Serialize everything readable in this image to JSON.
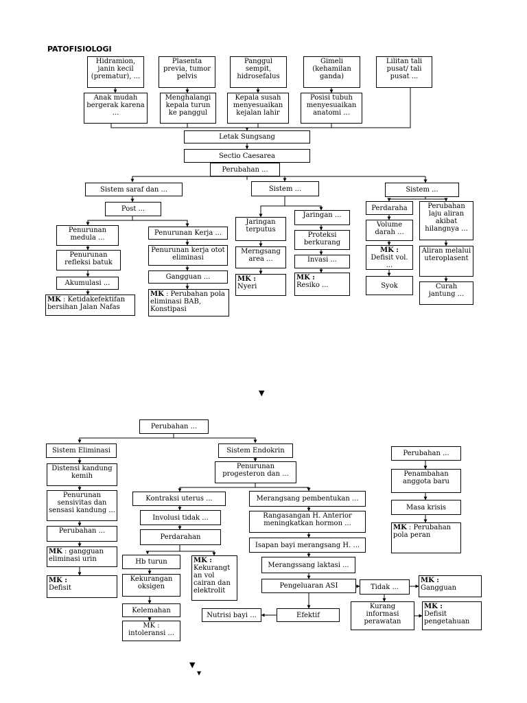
{
  "title": "PATOFISIOLOGI",
  "top": {
    "causes": [
      "Hidramion, janin kecil (prematur), ...",
      "Plasenta previa, tumor pelvis",
      "Panggul sempit, hidrosefalus",
      "Gimeli (kehamilan ganda)",
      "Lilitan tali pusat/ tali pusat ..."
    ],
    "effects": [
      "Anak mudah bergerak karena ...",
      "Menghalangi kepala turun ke panggul",
      "Kepala susah menyesuaikan kejalan lahir",
      "Posisi tubuh menyesuaikan anatomi ..."
    ],
    "letak": "Letak Sungsang",
    "sectio": "Sectio Caesarea",
    "perubahan": "Perubahan ...",
    "saraf": "Sistem saraf dan ...",
    "post": "Post ...",
    "saraf_left": [
      "Penurunan medula ...",
      "Penurunan refleksi batuk",
      "Akumulasi ..."
    ],
    "mk_jalan_nafas": {
      "k": "MK",
      "t": " : Ketidakefektifan bersihan  Jalan Nafas"
    },
    "saraf_right": [
      "Penurunan Kerja ...",
      "Penurunan kerja otot eliminasi",
      "Gangguan ..."
    ],
    "mk_eliminasi_bab": {
      "k": "MK",
      "t": " : Perubahan pola eliminasi BAB, Konstipasi"
    },
    "sistem_mid": "Sistem ...",
    "mid_left": [
      "Jaringan terputus",
      "Merngsang area ..."
    ],
    "mk_nyeri": {
      "k": "MK :",
      "t": "Nyeri"
    },
    "mid_right": [
      "Jaringan ...",
      "Proteksi berkurang",
      "Invasi ..."
    ],
    "mk_resiko": {
      "k": "MK :",
      "t": "Resiko ..."
    },
    "sistem_right": "Sistem ...",
    "right_left": [
      "Perdaraha ...",
      "Volume darah ..."
    ],
    "mk_defisit_vol": {
      "k": "MK :",
      "t": "Defisit vol. ..."
    },
    "syok": "Syok",
    "right_right": [
      "Perubahan laju aliran akibat hilangnya ...",
      "Aliran melalui uteroplasent",
      "Curah jantung ..."
    ]
  },
  "bottom": {
    "perubahan": "Perubahan ...",
    "eliminasi": "Sistem Eliminasi",
    "elim_chain": [
      "Distensi kandung kemih",
      "Penurunan sensivitas dan sensasi kandung ...",
      "Perubahan ..."
    ],
    "mk_eliminasi_urin": {
      "k": "MK",
      "t": " : gangguan eliminasi urin"
    },
    "mk_defisit": {
      "k": "MK :",
      "t": "Defisit"
    },
    "endokrin": "Sistem Endokrin",
    "progesteron": "Penurunan progesteron dan ...",
    "kontraksi": "Kontraksi uterus ...",
    "involusi": "Involusi tidak ...",
    "perdarahan": "Perdarahan",
    "hb": "Hb turun",
    "oksigen": "Kekurangan oksigen",
    "kelemahan": "Kelemahan",
    "intoleransi": "MK : intoleransi ...",
    "mk_cairan": {
      "k": "MK :",
      "t": "Kekurangt an vol cairan dan elektrolit"
    },
    "merangsang": "Merangsang pembentukan ...",
    "rangsangan": "Rangasangan H. Anterior meningkatkan hormon ...",
    "isapan": "Isapan bayi merangsang H. ...",
    "laktasi": "Merangssang laktasi ...",
    "asi": "Pengeluaran ASI",
    "efektif": "Efektif",
    "nutrisi": "Nutrisi bayi ...",
    "tidak": "Tidak ...",
    "mk_gangguan": {
      "k": "MK :",
      "t": "Gangguan"
    },
    "kurang": "Kurang informasi perawatan",
    "mk_pengetahuan": {
      "k": "MK :",
      "t": "Defisit pengetahuan"
    },
    "perubahan_r": "Perubahan ...",
    "anggota": "Penambahan anggota baru",
    "krisis": "Masa krisis",
    "mk_peran": {
      "k": "MK",
      "t": " : Perubahan pola peran"
    }
  }
}
